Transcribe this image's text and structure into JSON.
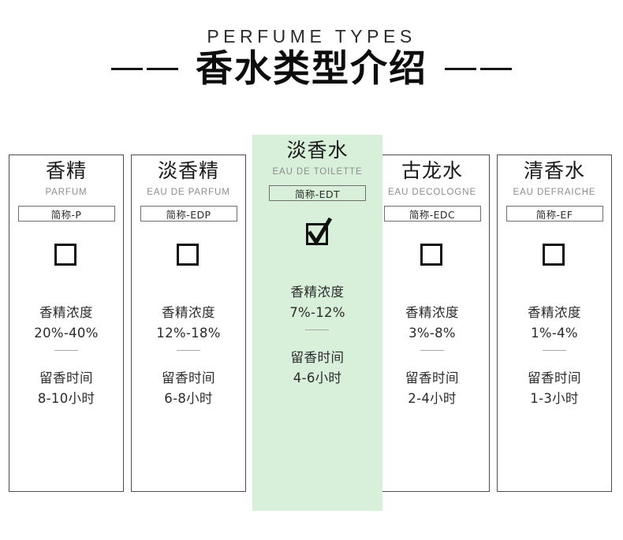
{
  "header": {
    "eyebrow": "PERFUME TYPES",
    "title": "香水类型介绍",
    "left_rule": "dash-rule",
    "right_rule": "dash-rule"
  },
  "colors": {
    "featured_background": "#d8f0d9",
    "card_border": "#4d4d4d",
    "text": "#2b2b2b",
    "muted_text": "#8d8d8d"
  },
  "labels": {
    "concentration_label": "香精浓度",
    "duration_label": "留香时间"
  },
  "cards": [
    {
      "name_cn": "香精",
      "name_en": "PARFUM",
      "abbr": "简称-P",
      "checked": false,
      "concentration_label": "香精浓度",
      "concentration_value": "20%-40%",
      "duration_label": "留香时间",
      "duration_value": "8-10小时",
      "featured": false
    },
    {
      "name_cn": "淡香精",
      "name_en": "EAU DE PARFUM",
      "abbr": "简称-EDP",
      "checked": false,
      "concentration_label": "香精浓度",
      "concentration_value": "12%-18%",
      "duration_label": "留香时间",
      "duration_value": "6-8小时",
      "featured": false
    },
    {
      "name_cn": "淡香水",
      "name_en": "EAU DE TOILETTE",
      "abbr": "简称-EDT",
      "checked": true,
      "concentration_label": "香精浓度",
      "concentration_value": "7%-12%",
      "duration_label": "留香时间",
      "duration_value": "4-6小时",
      "featured": true
    },
    {
      "name_cn": "古龙水",
      "name_en": "EAU DECOLOGNE",
      "abbr": "简称-EDC",
      "checked": false,
      "concentration_label": "香精浓度",
      "concentration_value": "3%-8%",
      "duration_label": "留香时间",
      "duration_value": "2-4小时",
      "featured": false
    },
    {
      "name_cn": "清香水",
      "name_en": "EAU DEFRAICHE",
      "abbr": "简称-EF",
      "checked": false,
      "concentration_label": "香精浓度",
      "concentration_value": "1%-4%",
      "duration_label": "留香时间",
      "duration_value": "1-3小时",
      "featured": false
    }
  ]
}
